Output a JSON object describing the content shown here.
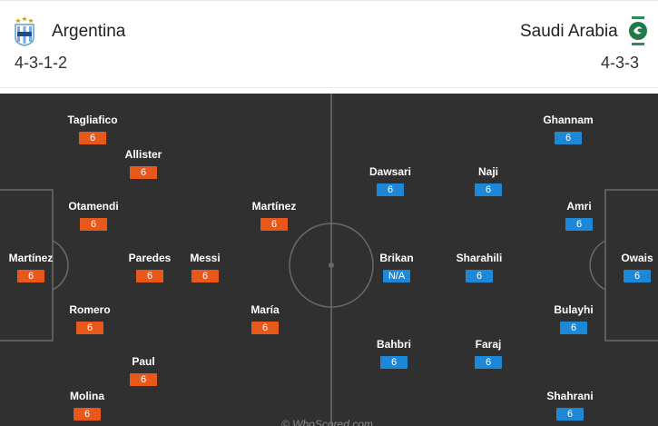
{
  "home": {
    "name": "Argentina",
    "formation": "4-3-1-2",
    "crest_icon": "argentina-afa-crest",
    "rating_color": "#e8581a",
    "players": [
      {
        "name": "Tagliafico",
        "rating": "6"
      },
      {
        "name": "Allister",
        "rating": "6"
      },
      {
        "name": "Otamendi",
        "rating": "6"
      },
      {
        "name": "Martínez",
        "rating": "6"
      },
      {
        "name": "Martínez",
        "rating": "6"
      },
      {
        "name": "Paredes",
        "rating": "6"
      },
      {
        "name": "Messi",
        "rating": "6"
      },
      {
        "name": "Romero",
        "rating": "6"
      },
      {
        "name": "María",
        "rating": "6"
      },
      {
        "name": "Paul",
        "rating": "6"
      },
      {
        "name": "Molina",
        "rating": "6"
      }
    ]
  },
  "away": {
    "name": "Saudi Arabia",
    "formation": "4-3-3",
    "crest_icon": "saudi-arabia-federation-crest",
    "rating_color": "#1e88d8",
    "players": [
      {
        "name": "Ghannam",
        "rating": "6"
      },
      {
        "name": "Dawsari",
        "rating": "6"
      },
      {
        "name": "Naji",
        "rating": "6"
      },
      {
        "name": "Amri",
        "rating": "6"
      },
      {
        "name": "Brikan",
        "rating": "N/A"
      },
      {
        "name": "Sharahili",
        "rating": "6"
      },
      {
        "name": "Owais",
        "rating": "6"
      },
      {
        "name": "Bulayhi",
        "rating": "6"
      },
      {
        "name": "Bahbri",
        "rating": "6"
      },
      {
        "name": "Faraj",
        "rating": "6"
      },
      {
        "name": "Shahrani",
        "rating": "6"
      }
    ]
  },
  "watermark": "© WhoScored.com",
  "pitch_color": "#303030",
  "line_color": "#6a6a6a"
}
